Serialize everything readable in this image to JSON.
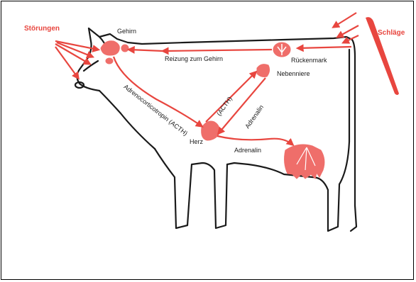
{
  "labels": {
    "stoerungen": "Störungen",
    "gehirn": "Gehirn",
    "schlaege": "Schläge",
    "reizung": "Reizung zum Gehirn",
    "rueckenmark": "Rückenmark",
    "nebenniere": "Nebenniere",
    "acth_short": "(ACTH)",
    "adrenalin_diag": "Adrenalin",
    "acth_long": "Adrenocorticotropin (ACTH)",
    "herz": "Herz",
    "adrenalin": "Adrenalin"
  },
  "colors": {
    "accent": "#e8463f",
    "organ": "#ef6e6a",
    "outline": "#1a1a1a",
    "background": "#ffffff"
  }
}
